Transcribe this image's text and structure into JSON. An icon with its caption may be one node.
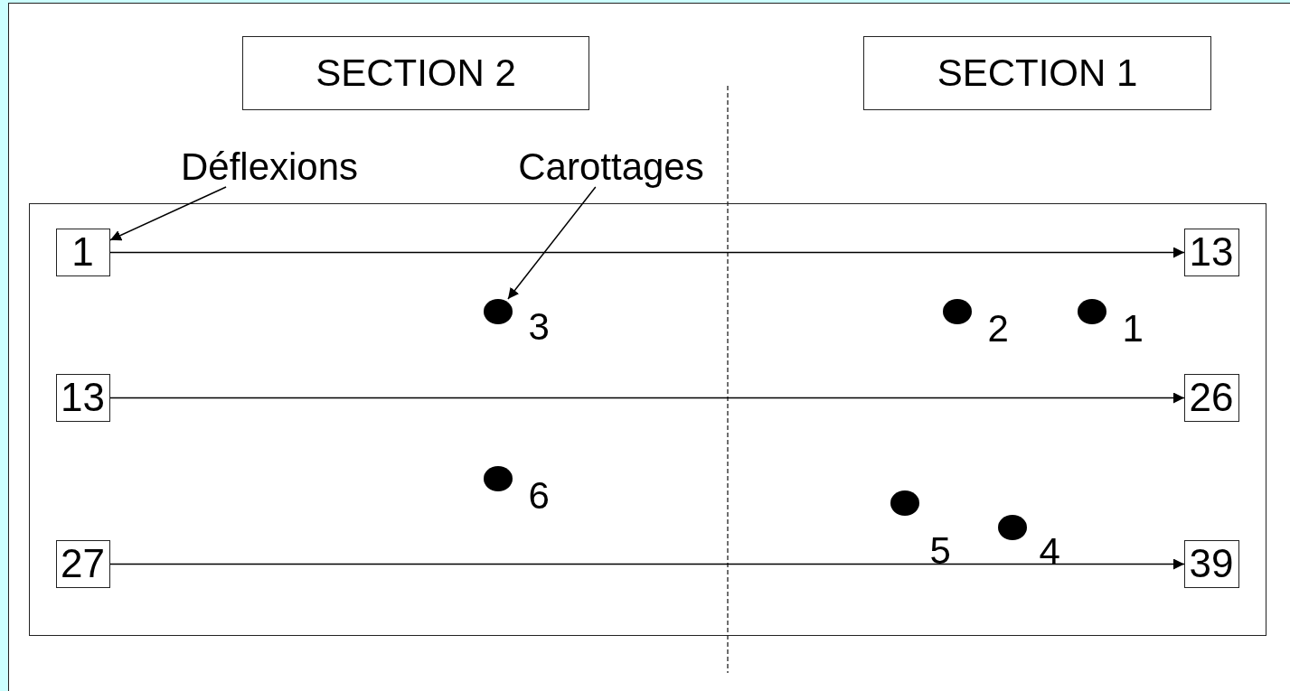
{
  "diagram": {
    "nodes": [
      {
        "text": [
          "SECTION 2"
        ]
      },
      {
        "text": [
          "SECTION 1"
        ]
      },
      {
        "text": [
          "Déflexions"
        ]
      },
      {
        "text": [
          "Carottages"
        ]
      },
      {
        "text": [],
        "shape": "box"
      },
      {
        "text": [
          "1"
        ],
        "in": 4
      },
      {
        "text": [
          "13"
        ],
        "in": 4
      },
      {
        "text": [],
        "shape": "circle",
        "in": 4,
        "beside": [
          "3"
        ]
      },
      {
        "text": [],
        "shape": "circle",
        "in": 4,
        "beside": [
          "2"
        ]
      },
      {
        "text": [],
        "shape": "circle",
        "in": 4,
        "beside": [
          "1"
        ]
      },
      {
        "text": [
          "13"
        ],
        "in": 4
      },
      {
        "text": [
          "26"
        ],
        "in": 4
      },
      {
        "text": [],
        "shape": "circle",
        "in": 4,
        "beside": [
          "6"
        ]
      },
      {
        "text": [],
        "shape": "circle",
        "in": 4,
        "beside": [
          "5"
        ]
      },
      {
        "text": [],
        "shape": "circle",
        "in": 4,
        "beside": [
          "4"
        ]
      },
      {
        "text": [
          "27"
        ],
        "in": 4
      },
      {
        "text": [
          "39"
        ],
        "in": 4
      }
    ],
    "edges": [
      {
        "from": 2,
        "to": 5,
        "arrow": "to"
      },
      {
        "from": 3,
        "to": 7,
        "arrow": "to"
      },
      {
        "from": 5,
        "to": 6,
        "arrow": "to"
      },
      {
        "from": 10,
        "to": 11,
        "arrow": "to"
      },
      {
        "from": 15,
        "to": 16,
        "arrow": "to"
      }
    ]
  }
}
